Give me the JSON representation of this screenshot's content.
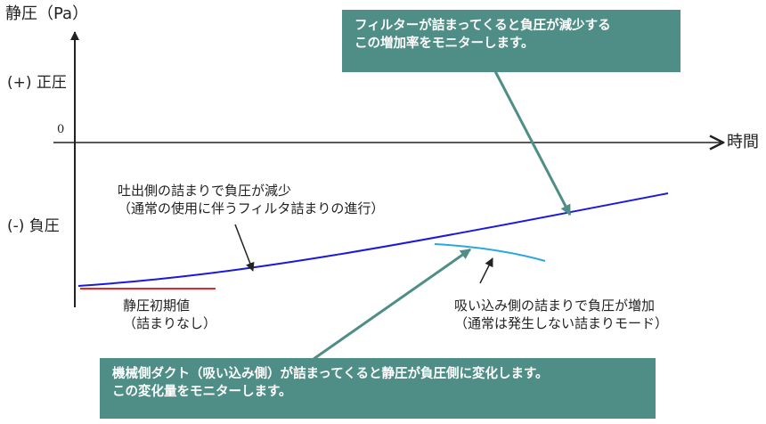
{
  "axes": {
    "y_title": "静圧（Pa）",
    "x_title": "時間",
    "positive_label": "(+) 正圧",
    "zero_label": "0",
    "negative_label": "(-) 負圧"
  },
  "annotations": {
    "discharge_clog": {
      "line1": "吐出側の詰まりで負圧が減少",
      "line2": "（通常の使用に伴うフィルタ詰まりの進行）"
    },
    "initial": {
      "line1": "静圧初期値",
      "line2": "（詰まりなし）"
    },
    "suction_clog": {
      "line1": "吸い込み側の詰まりで負圧が増加",
      "line2": "（通常は発生しない詰まりモード）"
    }
  },
  "callouts": {
    "top": {
      "line1": "フィルターが詰まってくると負圧が減少する",
      "line2": "この増加率をモニターします。"
    },
    "bottom": {
      "line1": "機械側ダクト（吸い込み側）が詰まってくると静圧が負圧側に変化します。",
      "line2": "この変化量をモニターします。"
    }
  },
  "colors": {
    "axis": "#222222",
    "main_curve": "#1a1adc",
    "suction_curve": "#2aa7e0",
    "initial_line": "#e8262a",
    "callout_bg": "#4f8e86",
    "arrow": "#4f8e86"
  }
}
